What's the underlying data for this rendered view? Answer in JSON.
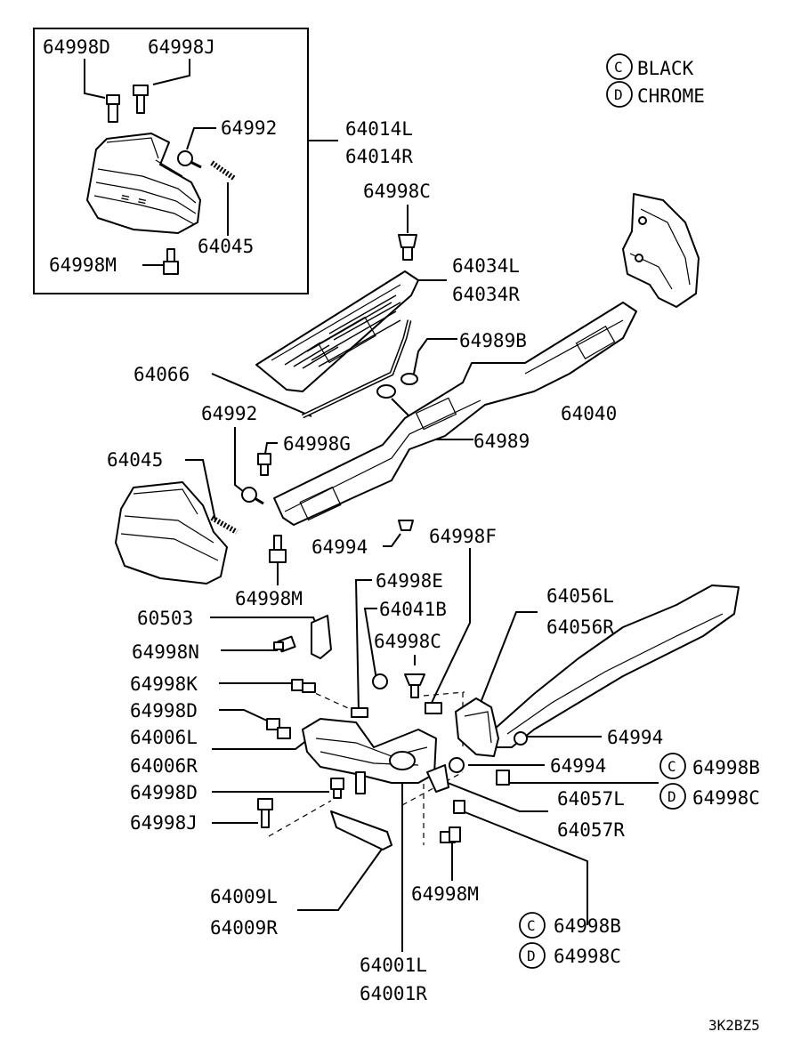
{
  "legend": {
    "black": {
      "code": "C",
      "text": "BLACK"
    },
    "chrome": {
      "code": "D",
      "text": "CHROME"
    }
  },
  "inset": {
    "labels": [
      "64998D",
      "64998J",
      "64992",
      "64045",
      "64998M"
    ]
  },
  "labels": {
    "l64014L": "64014L",
    "l64014R": "64014R",
    "l64998C_a": "64998C",
    "l64034L": "64034L",
    "l64034R": "64034R",
    "l64989B": "64989B",
    "l64066": "64066",
    "l64040": "64040",
    "l64992": "64992",
    "l64998G": "64998G",
    "l64989": "64989",
    "l64045": "64045",
    "l64994_a": "64994",
    "l64998F": "64998F",
    "l64998M_a": "64998M",
    "l64998E": "64998E",
    "l64056L": "64056L",
    "l64056R": "64056R",
    "l60503": "60503",
    "l64041B": "64041B",
    "l64998N": "64998N",
    "l64998C_b": "64998C",
    "l64998K": "64998K",
    "l64998D": "64998D",
    "l64994_b": "64994",
    "l64006L": "64006L",
    "l64006R": "64006R",
    "l64994_c": "64994",
    "l64998B_a": "64998B",
    "l64998D_b": "64998D",
    "l64057L": "64057L",
    "l64998C_c": "64998C",
    "l64998J": "64998J",
    "l64057R": "64057R",
    "l64009L": "64009L",
    "l64998M_b": "64998M",
    "l64009R": "64009R",
    "l64998B_b": "64998B",
    "l64998C_d": "64998C",
    "l64001L": "64001L",
    "l64001R": "64001R"
  },
  "codes": {
    "c": "C",
    "d": "D"
  },
  "diagram_id": "3K2BZ5"
}
